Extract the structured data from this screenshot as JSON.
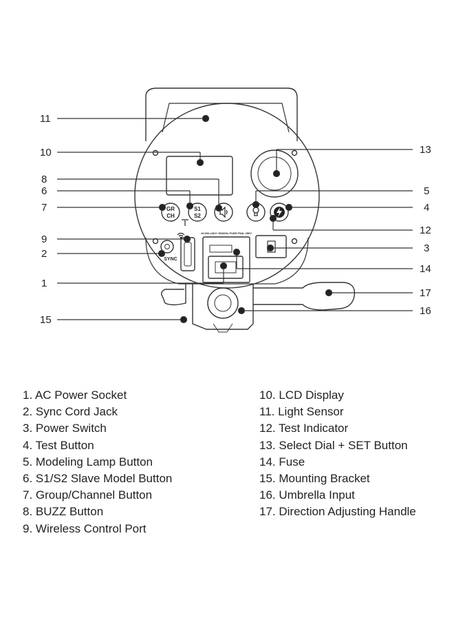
{
  "callouts": [
    {
      "num": "11",
      "side": "left"
    },
    {
      "num": "10",
      "side": "left"
    },
    {
      "num": "8",
      "side": "left"
    },
    {
      "num": "6",
      "side": "left"
    },
    {
      "num": "7",
      "side": "left"
    },
    {
      "num": "9",
      "side": "left"
    },
    {
      "num": "2",
      "side": "left"
    },
    {
      "num": "1",
      "side": "left"
    },
    {
      "num": "15",
      "side": "left"
    },
    {
      "num": "13",
      "side": "right"
    },
    {
      "num": "5",
      "side": "right"
    },
    {
      "num": "4",
      "side": "right"
    },
    {
      "num": "12",
      "side": "right"
    },
    {
      "num": "3",
      "side": "right"
    },
    {
      "num": "14",
      "side": "right"
    },
    {
      "num": "17",
      "side": "right"
    },
    {
      "num": "16",
      "side": "right"
    }
  ],
  "panel_labels": {
    "gr_ch_top": "GR",
    "gr_ch_bottom": "CH",
    "s1": "S1",
    "s2": "S2",
    "sync": "SYNC",
    "power_spec": "AC200-240V~50/60Hz FUSE:F5AL 250V"
  },
  "legend_left": [
    "1. AC Power Socket",
    "2. Sync Cord Jack",
    "3. Power Switch",
    "4. Test Button",
    "5. Modeling Lamp Button",
    "6. S1/S2 Slave Model Button",
    "7. Group/Channel Button",
    "8. BUZZ Button",
    "9. Wireless Control Port"
  ],
  "legend_right": [
    "10. LCD Display",
    "11. Light Sensor",
    "12. Test Indicator",
    "13. Select Dial + SET Button",
    "14. Fuse",
    "15. Mounting Bracket",
    "16. Umbrella Input",
    "17. Direction Adjusting Handle"
  ],
  "icons": [
    "speaker-icon",
    "bulb-icon",
    "lightning-icon",
    "wifi-icon"
  ]
}
